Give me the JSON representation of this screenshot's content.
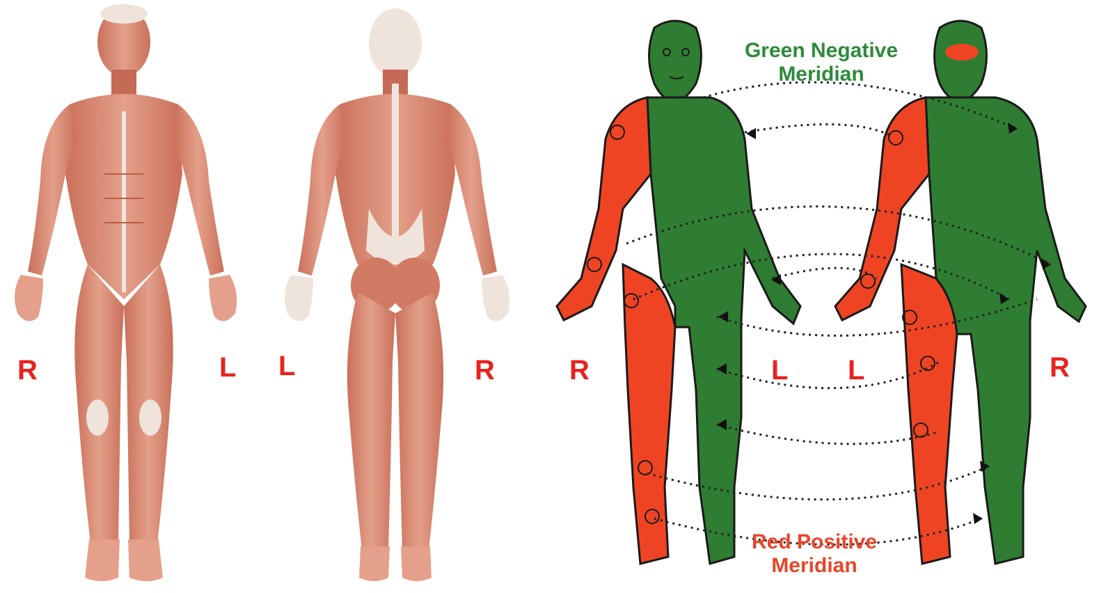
{
  "colors": {
    "muscle": "#d98a72",
    "muscle_dark": "#b85c48",
    "tendon": "#efe4dc",
    "positive_red": "#ef4423",
    "negative_green": "#2e7d32",
    "label_red": "#e8231f",
    "caption_green": "#2e8a3a",
    "caption_red": "#e8452a",
    "outline": "#1a1a1a"
  },
  "panels": {
    "anatomy_front": {
      "left_label": "R",
      "right_label": "L"
    },
    "anatomy_back": {
      "left_label": "L",
      "right_label": "R"
    },
    "meridian_front": {
      "left_label": "R",
      "right_label": "L"
    },
    "meridian_back": {
      "left_label": "L",
      "right_label": "R"
    }
  },
  "captions": {
    "green_negative": {
      "line1": "Green Negative",
      "line2": "Meridian"
    },
    "red_positive": {
      "line1": "Red Positive",
      "line2": "Meridian"
    }
  }
}
